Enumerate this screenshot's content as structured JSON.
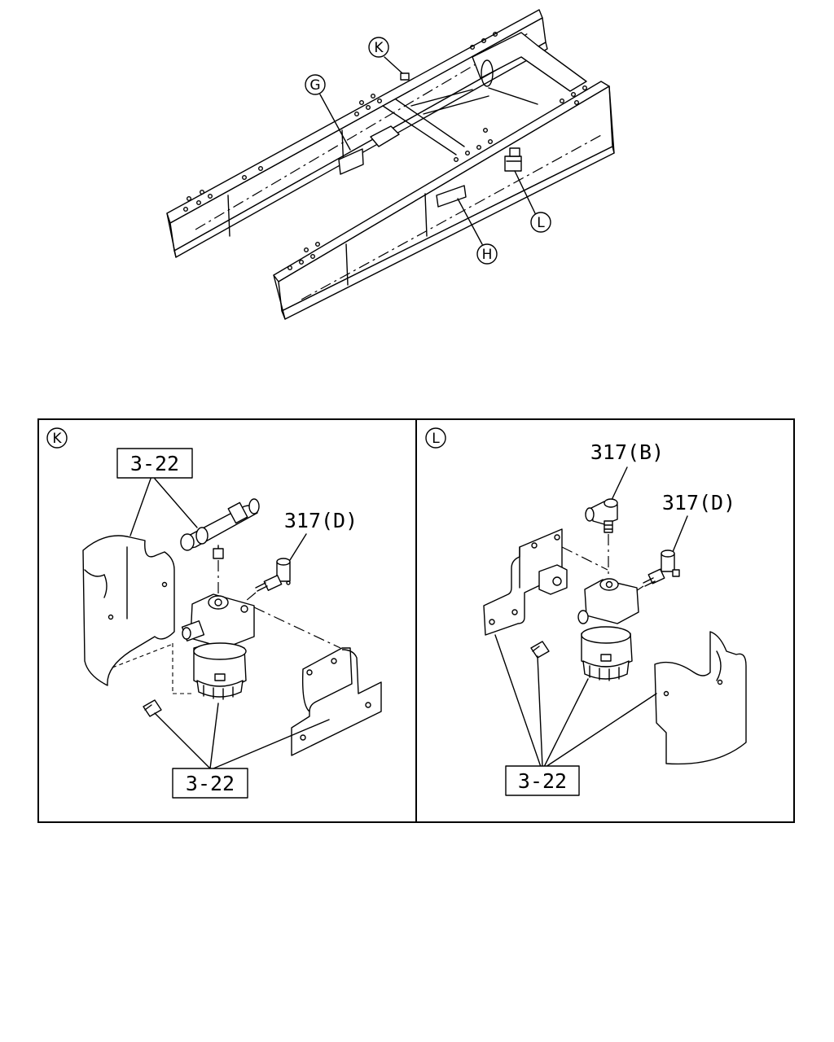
{
  "overview": {
    "callouts": {
      "k": "K",
      "g": "G",
      "h": "H",
      "l": "L"
    }
  },
  "panel_k": {
    "letter": "K",
    "ref_top": "3-22",
    "ref_bottom": "3-22",
    "part_label": "317(D)"
  },
  "panel_l": {
    "letter": "L",
    "part_label_b": "317(B)",
    "part_label_d": "317(D)",
    "ref_bottom": "3-22"
  }
}
